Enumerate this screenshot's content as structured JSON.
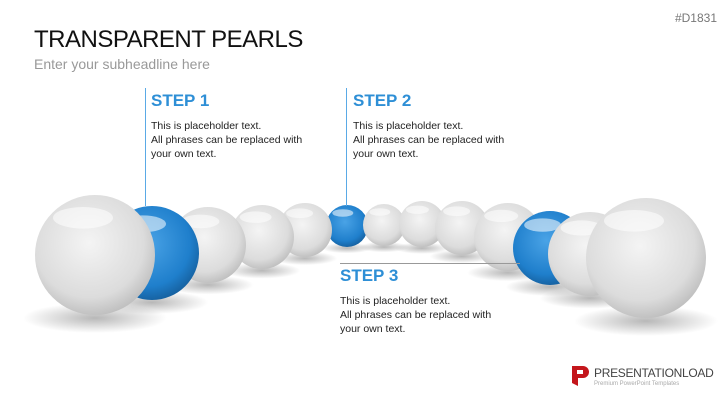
{
  "header": {
    "title": "TRANSPARENT PEARLS",
    "subtitle": "Enter your subheadline here",
    "code": "#D1831"
  },
  "steps": [
    {
      "title": "STEP 1",
      "line1": "This is placeholder text.",
      "line2": "All phrases can be replaced with",
      "line3": "your own text."
    },
    {
      "title": "STEP 2",
      "line1": "This is placeholder text.",
      "line2": "All phrases can be replaced with",
      "line3": "your own text."
    },
    {
      "title": "STEP 3",
      "line1": "This is placeholder text.",
      "line2": "All phrases can be replaced with",
      "line3": "your own text."
    }
  ],
  "colors": {
    "accent": "#2e8fd6",
    "pearl": "#e6e6e6"
  },
  "logo": {
    "name": "PRESENTATIONLOAD",
    "tagline": "Premium PowerPoint Templates"
  }
}
